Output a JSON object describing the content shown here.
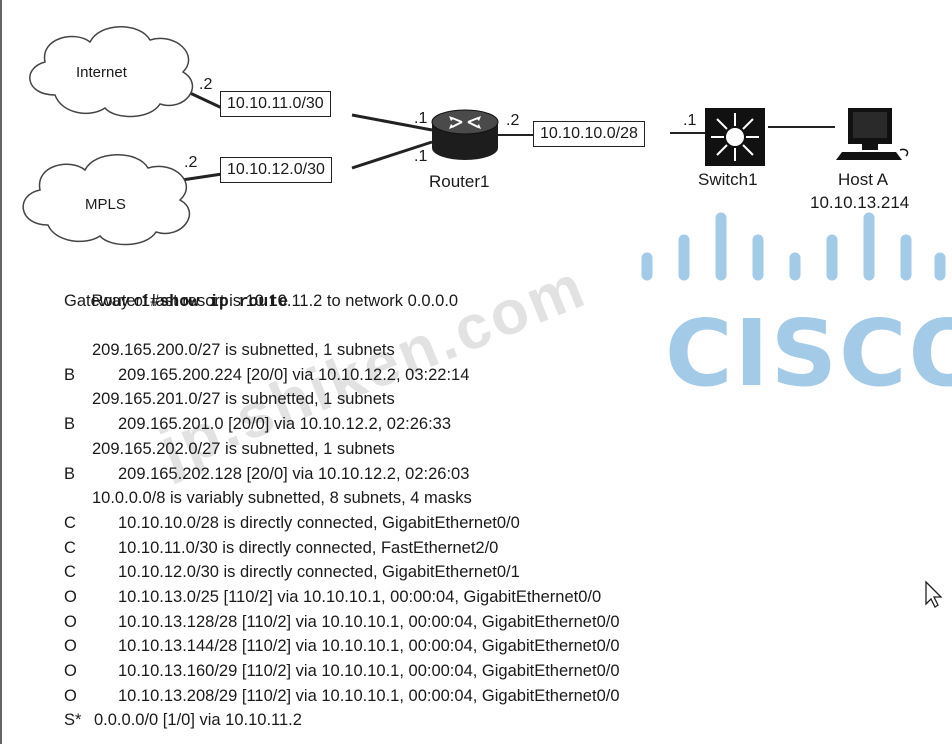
{
  "diagram": {
    "nodes": {
      "internet": "Internet",
      "mpls": "MPLS",
      "router": "Router1",
      "switch": "Switch1",
      "host": "Host A",
      "host_ip": "10.10.13.214"
    },
    "networks": {
      "internet_link": "10.10.11.0/30",
      "mpls_link": "10.10.12.0/30",
      "lan_link": "10.10.10.0/28"
    },
    "interface_labels": {
      "internet_side": ".2",
      "mpls_side": ".2",
      "router_internet": ".1",
      "router_mpls": ".1",
      "router_lan": ".2",
      "switch_lan": ".1"
    }
  },
  "output": {
    "prompt": "Router1#",
    "command": "show ip route",
    "gateway": "Gateway of last resort is 10.10.11.2 to network 0.0.0.0",
    "lines": [
      {
        "code": "",
        "text": "209.165.200.0/27 is subnetted, 1 subnets",
        "indent": 1
      },
      {
        "code": "B",
        "text": "209.165.200.224 [20/0] via 10.10.12.2, 03:22:14",
        "indent": 2
      },
      {
        "code": "",
        "text": "209.165.201.0/27 is subnetted, 1 subnets",
        "indent": 1
      },
      {
        "code": "B",
        "text": "209.165.201.0 [20/0] via 10.10.12.2, 02:26:33",
        "indent": 2
      },
      {
        "code": "",
        "text": "209.165.202.0/27 is subnetted, 1 subnets",
        "indent": 1
      },
      {
        "code": "B",
        "text": "209.165.202.128 [20/0] via 10.10.12.2, 02:26:03",
        "indent": 2
      },
      {
        "code": "",
        "text": "10.0.0.0/8 is variably subnetted, 8 subnets, 4 masks",
        "indent": 1
      },
      {
        "code": "C",
        "text": "10.10.10.0/28 is directly connected, GigabitEthernet0/0",
        "indent": 2
      },
      {
        "code": "C",
        "text": "10.10.11.0/30 is directly connected, FastEthernet2/0",
        "indent": 2
      },
      {
        "code": "C",
        "text": "10.10.12.0/30 is directly connected, GigabitEthernet0/1",
        "indent": 2
      },
      {
        "code": "O",
        "text": "10.10.13.0/25 [110/2] via 10.10.10.1, 00:00:04, GigabitEthernet0/0",
        "indent": 2
      },
      {
        "code": "O",
        "text": "10.10.13.128/28 [110/2] via 10.10.10.1, 00:00:04, GigabitEthernet0/0",
        "indent": 2
      },
      {
        "code": "O",
        "text": "10.10.13.144/28 [110/2] via 10.10.10.1, 00:00:04, GigabitEthernet0/0",
        "indent": 2
      },
      {
        "code": "O",
        "text": "10.10.13.160/29 [110/2] via 10.10.10.1, 00:00:04, GigabitEthernet0/0",
        "indent": 2
      },
      {
        "code": "O",
        "text": "10.10.13.208/29 [110/2] via 10.10.10.1, 00:00:04, GigabitEthernet0/0",
        "indent": 2
      },
      {
        "code": "S*",
        "text": "0.0.0.0/0 [1/0] via 10.10.11.2",
        "indent": 0
      }
    ]
  },
  "watermarks": {
    "brand": "CISCO",
    "site": "jp.shiken.com"
  },
  "icons": [
    "cloud-icon",
    "router-icon",
    "switch-icon",
    "computer-icon",
    "mouse-cursor-icon"
  ],
  "colors": {
    "watermark_blue": "#93c1e3",
    "line": "#222222"
  }
}
